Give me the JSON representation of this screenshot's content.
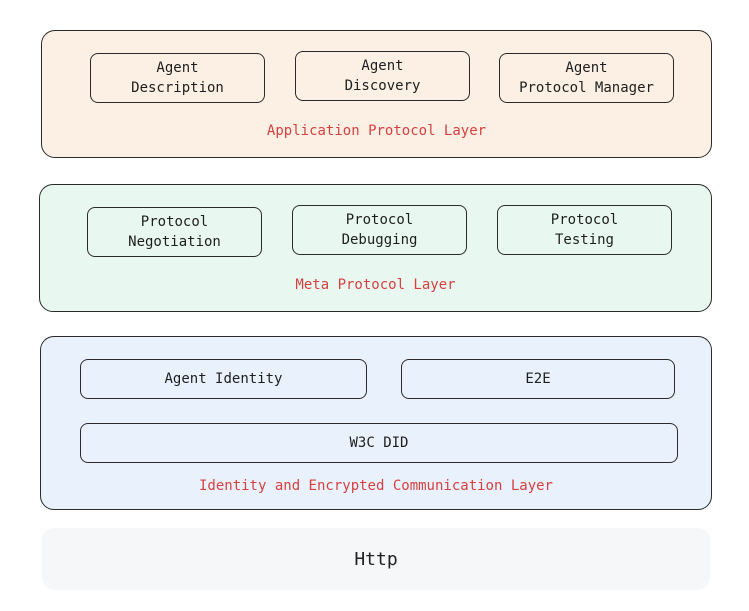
{
  "layers": {
    "application": {
      "label": "Application Protocol Layer",
      "boxes": [
        "Agent\nDescription",
        "Agent\nDiscovery",
        "Agent\nProtocol Manager"
      ],
      "fill": "#fcf0e4"
    },
    "meta": {
      "label": "Meta Protocol Layer",
      "boxes": [
        "Protocol\nNegotiation",
        "Protocol\nDebugging",
        "Protocol\nTesting"
      ],
      "fill": "#e8f8f1"
    },
    "identity": {
      "label": "Identity and Encrypted Communication Layer",
      "boxes": [
        "Agent Identity",
        "E2E",
        "W3C DID"
      ],
      "fill": "#e9f2fc"
    }
  },
  "http": {
    "label": "Http"
  },
  "colors": {
    "label_red": "#d64040",
    "http_bg": "#f6f7f9"
  }
}
